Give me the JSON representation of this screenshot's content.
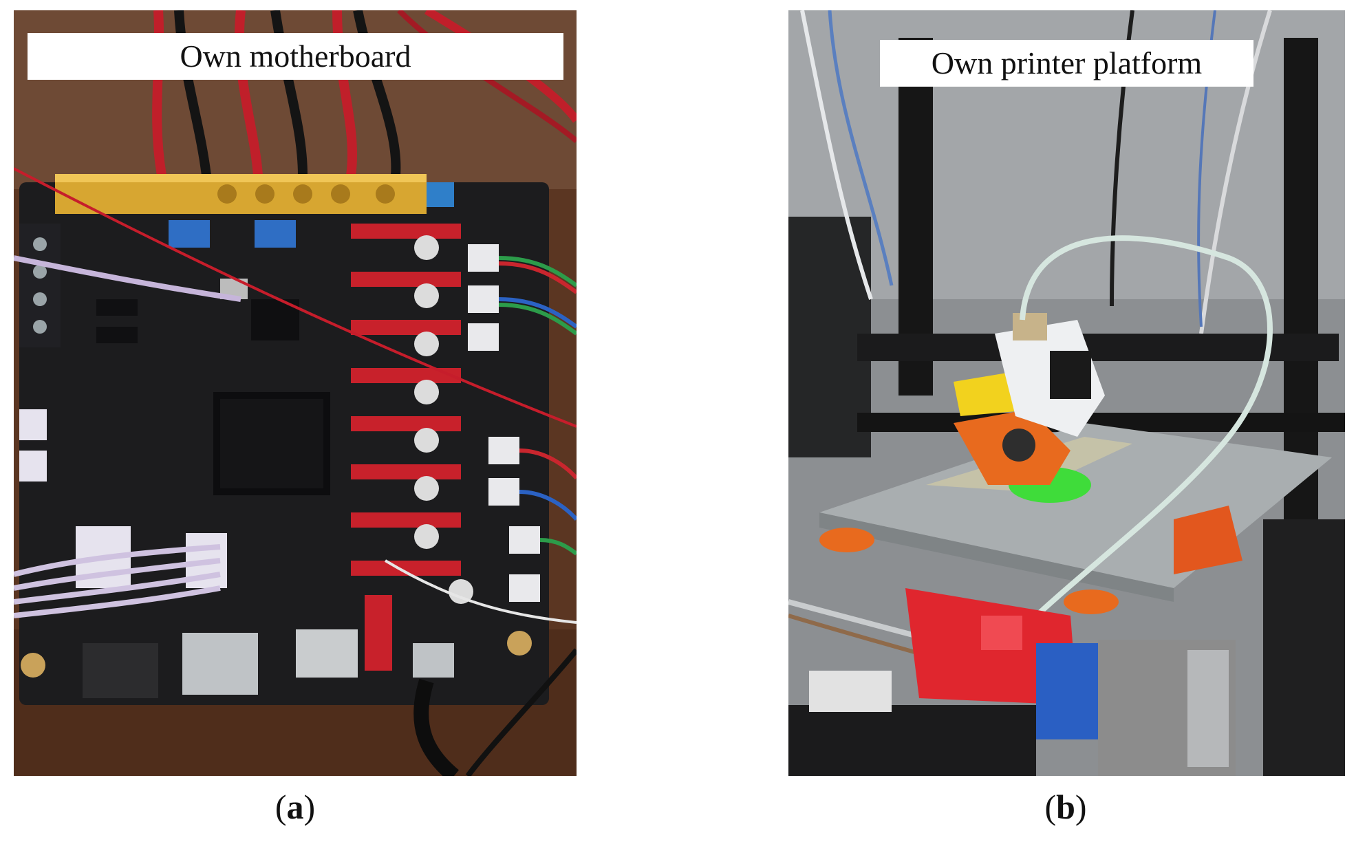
{
  "panels": [
    {
      "label": "Own motherboard",
      "caption_open": "(",
      "caption_letter": "a",
      "caption_close": ")"
    },
    {
      "label": "Own printer platform",
      "caption_open": "(",
      "caption_letter": "b",
      "caption_close": ")"
    }
  ],
  "colors": {
    "board": "#1c1c1e",
    "header_red": "#c8212b",
    "connector_white": "#e9e9ec",
    "copper_bar": "#d7a631",
    "wood": "#6a3f28",
    "frame_black": "#161616",
    "bed": "#a9aeb0",
    "print_green": "#3fdc3a",
    "carriage_orange": "#e86a1e",
    "fan_yellow": "#f2d21e",
    "motor_grey": "#8c8c8c",
    "red_carriage": "#e0262e",
    "filament_tube": "#d6e6df"
  }
}
